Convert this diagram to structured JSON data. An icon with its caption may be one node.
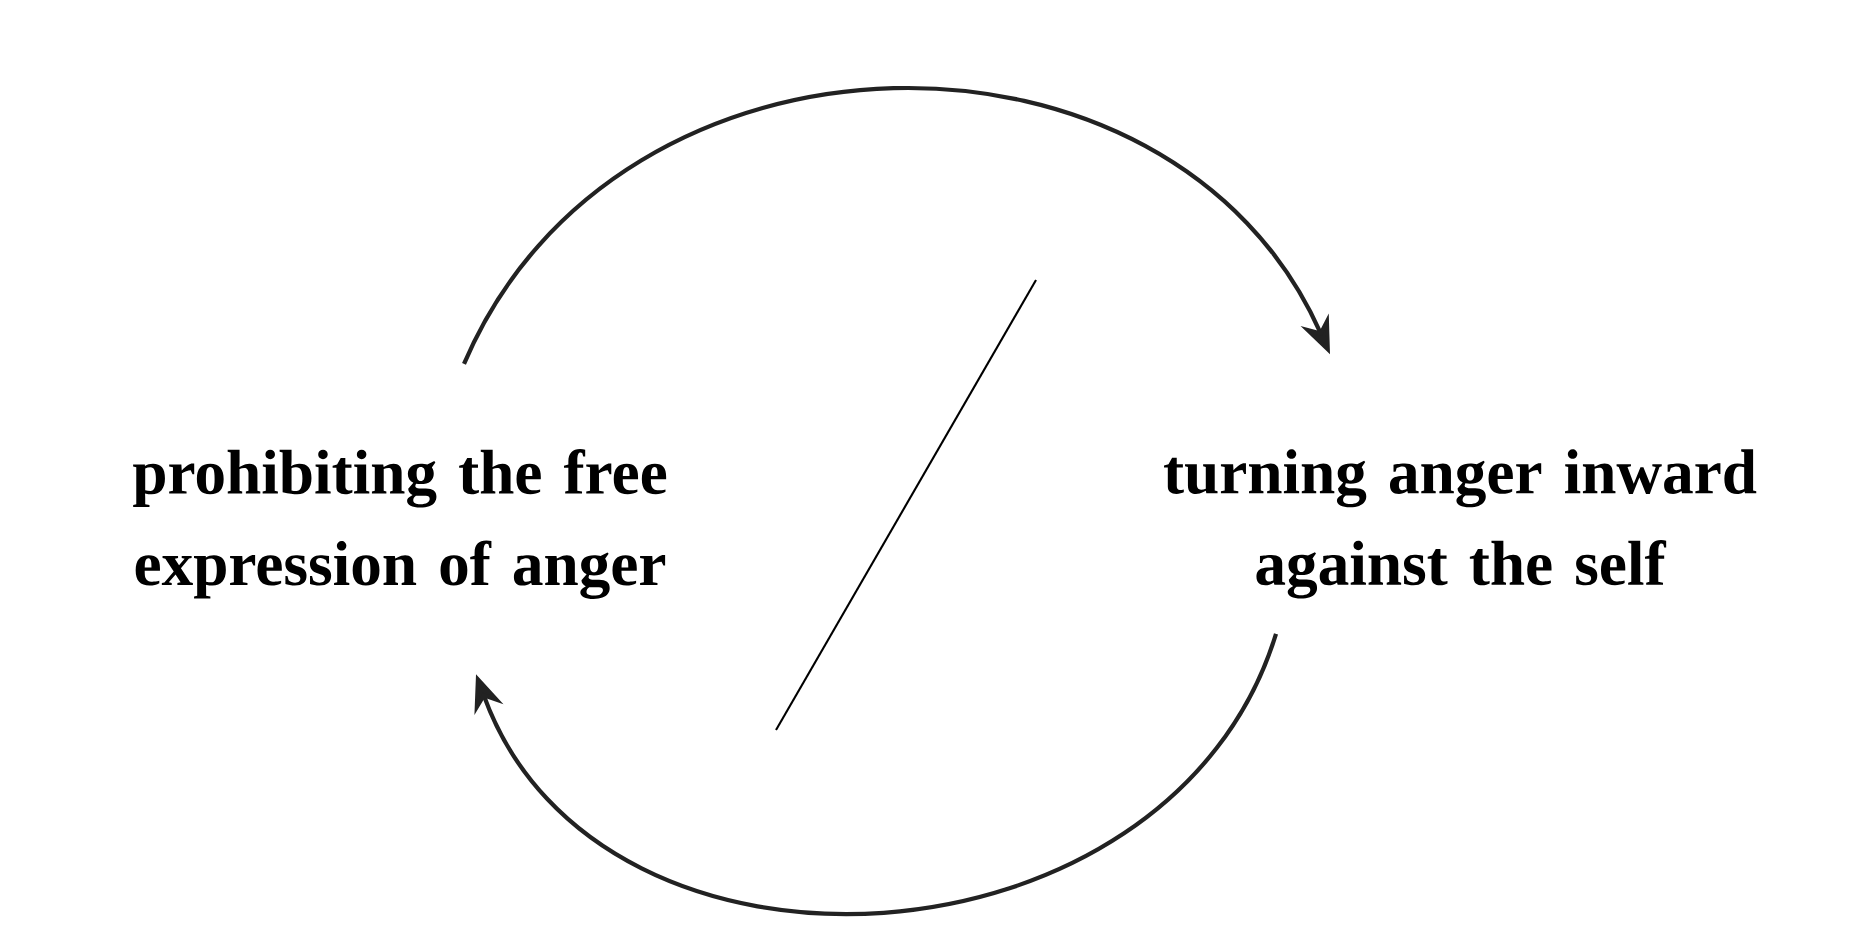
{
  "diagram": {
    "nodes": [
      {
        "text": [
          "prohibiting the free expression of anger"
        ]
      },
      {
        "text": [
          "turning anger inward against the self"
        ]
      }
    ],
    "edges": [
      {
        "from": 0,
        "to": 1,
        "arrow": "to"
      },
      {
        "from": 1,
        "to": 0,
        "arrow": "to"
      }
    ]
  }
}
